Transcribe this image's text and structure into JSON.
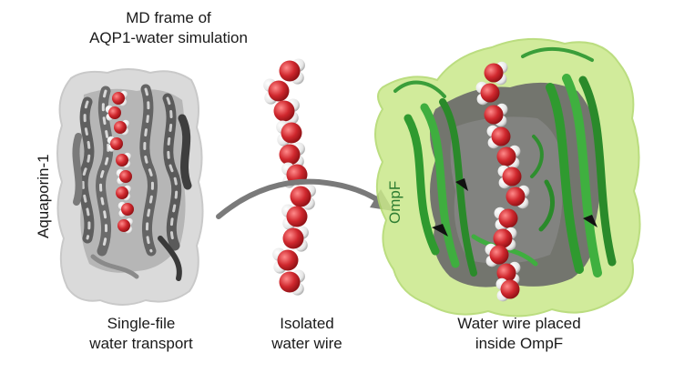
{
  "panels": {
    "aqp1": {
      "caption_top": [
        "MD frame of",
        "AQP1-water simulation"
      ],
      "side_label": "Aquaporin-1",
      "caption_bottom": [
        "Single-file",
        "water transport"
      ]
    },
    "wire": {
      "caption_bottom": [
        "Isolated",
        "water wire"
      ]
    },
    "ompf": {
      "side_label": "OmpF",
      "caption_bottom": [
        "Water wire placed",
        "inside OmpF"
      ]
    }
  },
  "colors": {
    "protein_gray": "#6f6f6f",
    "protein_gray_light": "#bdbdbd",
    "surface_gray": "#d6d6d6",
    "ompf_green": "#2f9a2f",
    "ompf_surface": "#c9e88a",
    "oxygen_red": "#d0282e",
    "hydrogen_white": "#f2f2f2",
    "arrow_gray": "#7a7a7a",
    "ompf_label": "#2e7d32"
  },
  "icons": {
    "arrow": "curved-arrow-icon",
    "water": "water-molecule-icon"
  }
}
